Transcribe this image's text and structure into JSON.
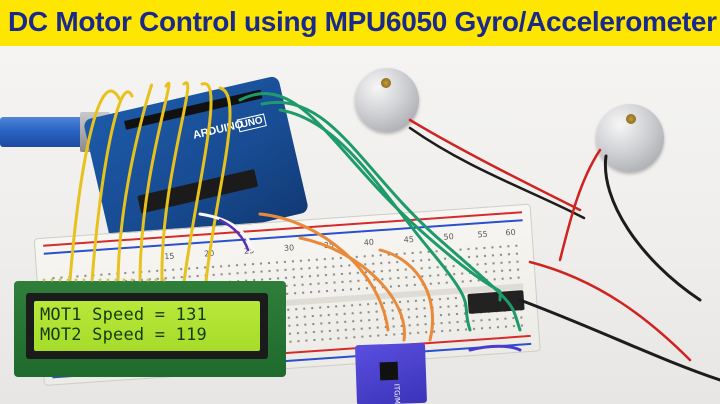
{
  "title": "DC Motor Control using MPU6050 Gyro/Accelerometer",
  "arduino": {
    "logo": "ARDUINO",
    "model": "UNO"
  },
  "lcd": {
    "line1": "MOT1 Speed = 131",
    "line2": "MOT2 Speed = 119"
  },
  "breadboard": {
    "column_numbers": [
      "15",
      "20",
      "25",
      "30",
      "35",
      "40",
      "45",
      "50",
      "55",
      "60"
    ]
  },
  "sensor_label": "ITG/MPU",
  "colors": {
    "title_background": "#ffe600",
    "title_text": "#1a2a8c",
    "lcd_backlight": "#a6dc2a",
    "arduino_board": "#1d5aa8",
    "mpu_board": "#3b33b8",
    "usb_cable": "#2a64c4"
  }
}
